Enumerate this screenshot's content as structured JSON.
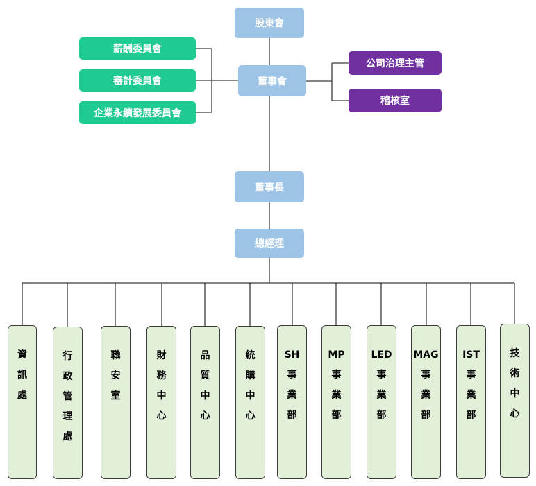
{
  "colors": {
    "blue_box": "#9dc3e6",
    "committee_box": "#1fcb92",
    "governance_box": "#7030a0",
    "department_box": "#e2f0d9",
    "line": "#3b3b3b"
  },
  "top": {
    "shareholders": "股東會",
    "board": "董事會",
    "chairman": "董事長",
    "general_manager": "總經理"
  },
  "committees": [
    "薪酬委員會",
    "審計委員會",
    "企業永續發展委員會"
  ],
  "governance": [
    "公司治理主管",
    "稽核室"
  ],
  "departments": [
    "資\n訊\n處",
    "行\n政\n管\n理\n處",
    "職\n安\n室",
    "財\n務\n中\n心",
    "品\n質\n中\n心",
    "統\n購\n中\n心",
    "SH\n事\n業\n部",
    "MP\n事\n業\n部",
    "LED\n事\n業\n部",
    "MAG\n事\n業\n部",
    "IST\n事\n業\n部",
    "技\n術\n中\n心"
  ]
}
